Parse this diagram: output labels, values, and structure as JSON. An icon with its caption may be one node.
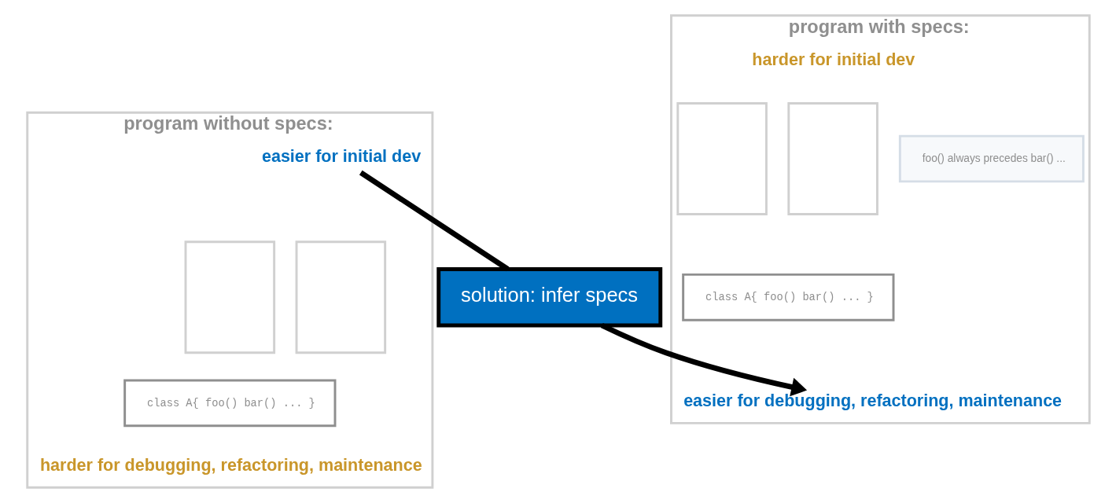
{
  "diagram": {
    "nodes": [
      {
        "text": [
          "program without specs:"
        ]
      },
      {
        "text": [
          "easier for initial dev"
        ],
        "in": 0
      },
      {
        "text": [],
        "shape": "box",
        "in": 0
      },
      {
        "text": [],
        "shape": "box",
        "in": 0
      },
      {
        "text": [
          "class A{ foo() bar() ... }"
        ],
        "in": 0
      },
      {
        "text": [
          "harder for debugging, refactoring, maintenance"
        ],
        "in": 0
      },
      {
        "text": [
          "program with specs:"
        ]
      },
      {
        "text": [
          "harder for initial dev"
        ],
        "in": 6
      },
      {
        "text": [],
        "shape": "box",
        "in": 6
      },
      {
        "text": [],
        "shape": "box",
        "in": 6
      },
      {
        "text": [
          "class A{ foo() bar() ... }"
        ],
        "in": 6
      },
      {
        "text": [
          "foo() always precedes bar() ..."
        ],
        "in": 6
      },
      {
        "text": [
          "solution: infer specs"
        ]
      },
      {
        "text": [
          "easier for debugging, refactoring, maintenance"
        ],
        "in": 6
      }
    ],
    "edges": [
      {
        "from": 1,
        "to": 12,
        "arrow": "none"
      },
      {
        "from": 12,
        "to": 13,
        "arrow": "to"
      }
    ]
  }
}
